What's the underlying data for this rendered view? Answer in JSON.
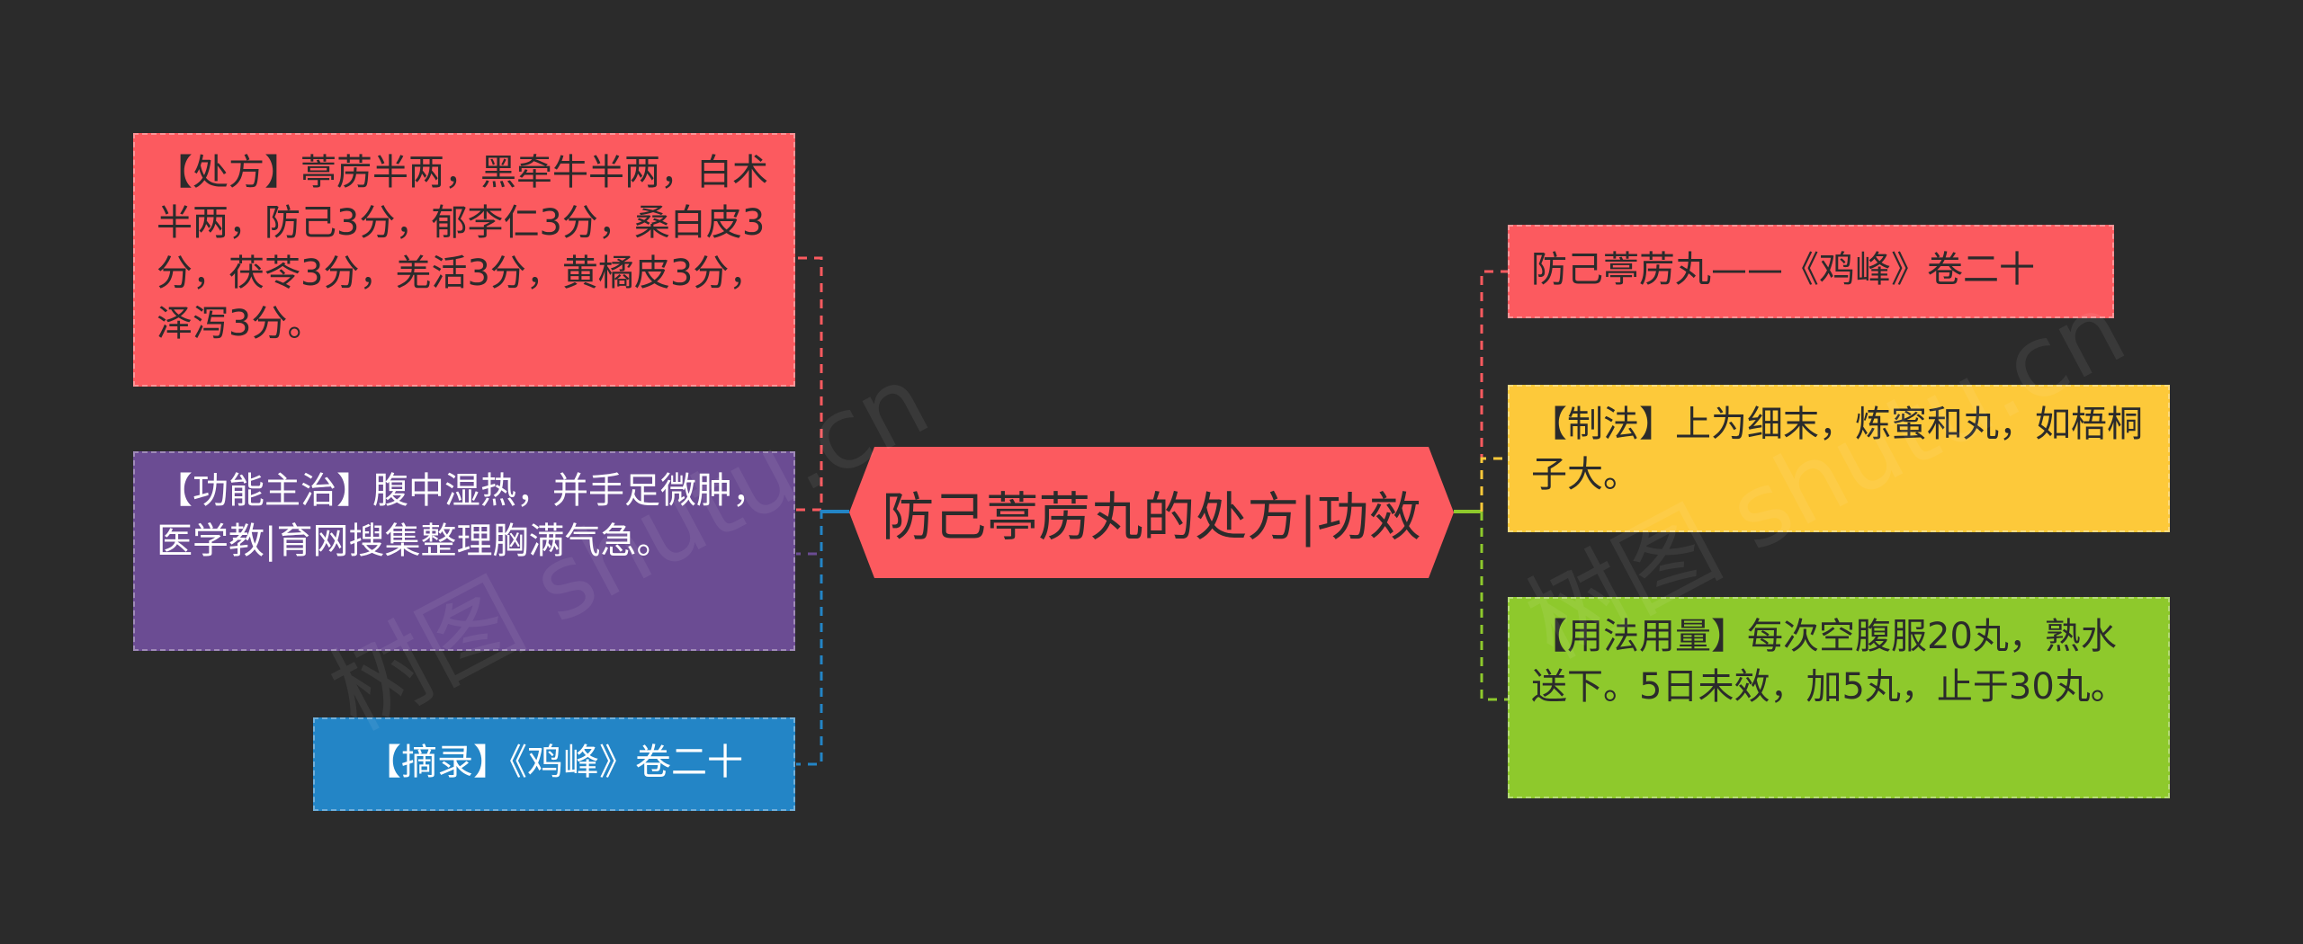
{
  "colors": {
    "background": "#2b2b2b",
    "red": "#fc5a5f",
    "purple": "#6b4c93",
    "blue": "#2385c6",
    "yellow": "#fdc93a",
    "green": "#8ec92c"
  },
  "central": {
    "title": "防己葶苈丸的处方|功效"
  },
  "left_nodes": [
    {
      "text": "【处方】葶苈半两，黑牵牛半两，白术半两，防己3分，郁李仁3分，桑白皮3分，茯苓3分，羌活3分，黄橘皮3分，泽泻3分。",
      "color": "red"
    },
    {
      "text": "【功能主治】腹中湿热，并手足微肿，医学教|育网搜集整理胸满气急。",
      "color": "purple"
    },
    {
      "text": "【摘录】《鸡峰》卷二十",
      "color": "blue"
    }
  ],
  "right_nodes": [
    {
      "text": "防己葶苈丸——《鸡峰》卷二十",
      "color": "red"
    },
    {
      "text": "【制法】上为细末，炼蜜和丸，如梧桐子大。",
      "color": "yellow"
    },
    {
      "text": "【用法用量】每次空腹服20丸，熟水送下。5日未效，加5丸，止于30丸。",
      "color": "green"
    }
  ],
  "watermarks": [
    "树图 shutu.cn",
    "树图 shutu.cn"
  ]
}
